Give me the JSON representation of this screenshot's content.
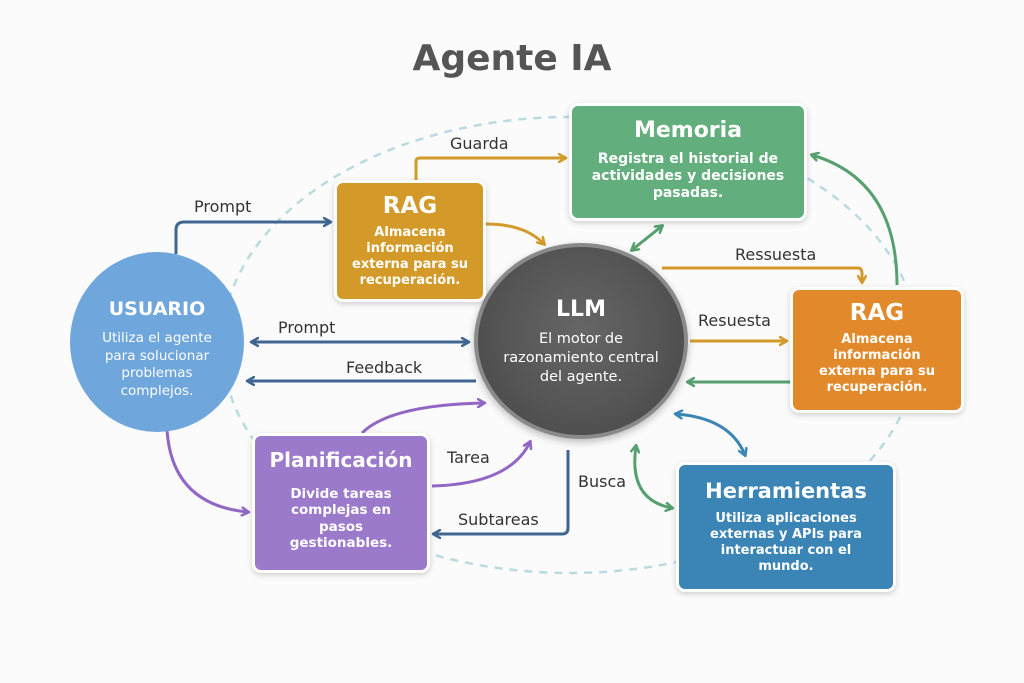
{
  "title": "Agente IA",
  "colors": {
    "rag_top": "#d39a2a",
    "memoria": "#63ae7d",
    "rag_right": "#e28a2b",
    "planificacion": "#9c7acb",
    "herramientas": "#3b84b6",
    "usuario": "#6fa6dc",
    "llm": "#555555",
    "arrow_blue": "#3e6690",
    "arrow_gold": "#d39a2a",
    "arrow_green": "#56a06f",
    "arrow_purple": "#9166c4",
    "dashed_ring": "#b9dbe0"
  },
  "nodes": {
    "usuario": {
      "title": "USUARIO",
      "desc": "Utiliza el agente para solucionar problemas complejos."
    },
    "llm": {
      "title": "LLM",
      "desc": "El motor de razonamiento central del agente."
    },
    "rag_top": {
      "title": "RAG",
      "desc": "Almacena información externa para su recuperación."
    },
    "memoria": {
      "title": "Memoria",
      "desc": "Registra el historial de actividades y decisiones pasadas."
    },
    "rag_right": {
      "title": "RAG",
      "desc": "Almacena información externa para su recuperación."
    },
    "planificacion": {
      "title": "Planificación",
      "desc": "Divide tareas complejas en pasos gestionables."
    },
    "herramientas": {
      "title": "Herramientas",
      "desc": "Utiliza aplicaciones externas y APIs para interactuar con el mundo."
    }
  },
  "edges": {
    "prompt_top": "Prompt",
    "guarda": "Guarda",
    "prompt_mid": "Prompt",
    "feedback": "Feedback",
    "ressuesta": "Ressuesta",
    "resuesta": "Resuesta",
    "tarea": "Tarea",
    "subtareas": "Subtareas",
    "busca": "Busca"
  }
}
